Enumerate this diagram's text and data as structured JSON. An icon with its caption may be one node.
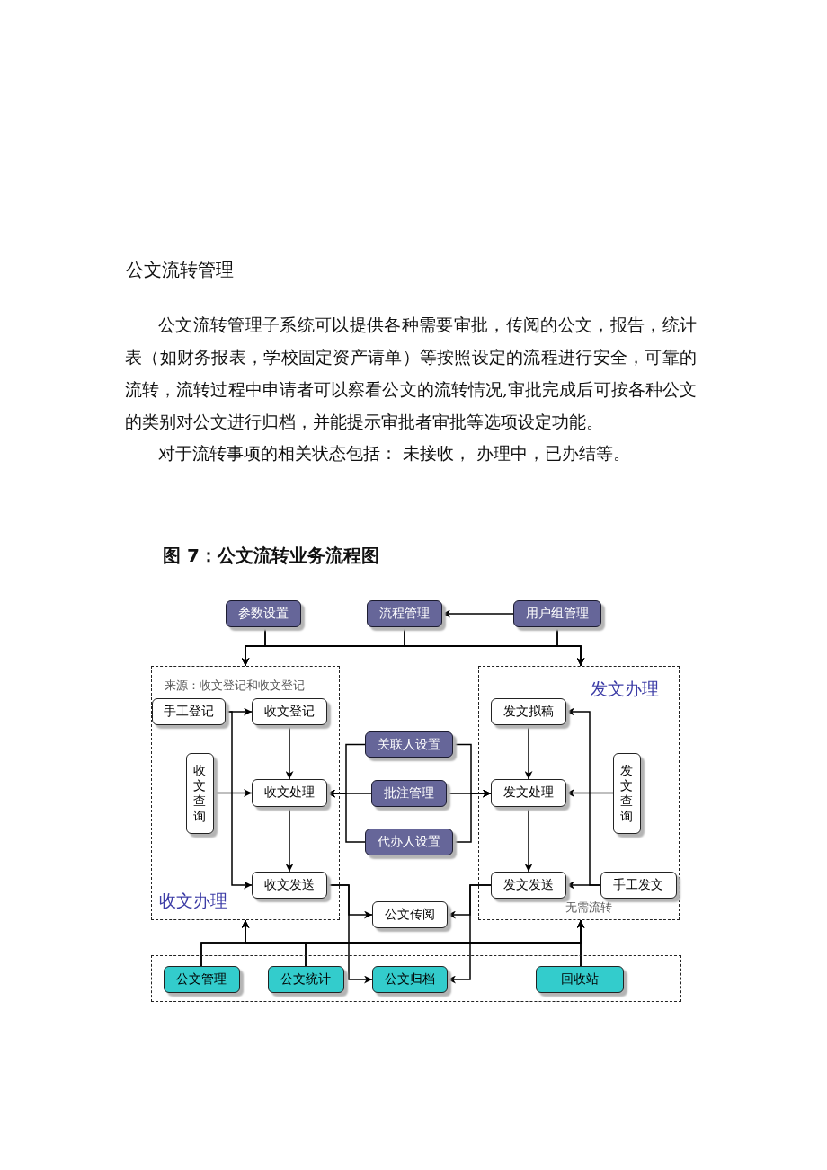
{
  "diagram": {
    "title": "公文流转管理",
    "caption": "图 7：公文流转业务流程图",
    "nodes": [
      {
        "text": [
          "参数设置"
        ]
      },
      {
        "text": [
          "流程管理"
        ]
      },
      {
        "text": [
          "用户组管理"
        ]
      },
      {
        "text": [
          "来源：收文登记和收文登记",
          "收文办理"
        ]
      },
      {
        "text": [
          "手工登记"
        ],
        "in": 3
      },
      {
        "text": [
          "收文登记"
        ],
        "in": 3
      },
      {
        "text": [
          "收文查询"
        ],
        "in": 3
      },
      {
        "text": [
          "收文处理"
        ],
        "in": 3
      },
      {
        "text": [
          "收文发送"
        ],
        "in": 3
      },
      {
        "text": [
          "关联人设置"
        ]
      },
      {
        "text": [
          "批注管理"
        ]
      },
      {
        "text": [
          "代办人设置"
        ]
      },
      {
        "text": [
          "发文办理",
          "无需流转"
        ]
      },
      {
        "text": [
          "发文拟稿"
        ],
        "in": 12
      },
      {
        "text": [
          "发文查询"
        ],
        "in": 12
      },
      {
        "text": [
          "发文处理"
        ],
        "in": 12
      },
      {
        "text": [
          "发文发送"
        ],
        "in": 12
      },
      {
        "text": [
          "手工发文"
        ],
        "in": 12
      },
      {
        "text": [
          "公文传阅"
        ]
      },
      {
        "text": [],
        "shape": "box"
      },
      {
        "text": [
          "公文管理"
        ],
        "in": 19
      },
      {
        "text": [
          "公文统计"
        ],
        "in": 19
      },
      {
        "text": [
          "公文归档"
        ],
        "in": 19
      },
      {
        "text": [
          "回收站"
        ],
        "in": 19
      }
    ],
    "edges": [
      {
        "from": 0,
        "to": 3,
        "arrow": "to"
      },
      {
        "from": 0,
        "to": 12,
        "arrow": "to"
      },
      {
        "from": 1,
        "to": 3,
        "arrow": "to"
      },
      {
        "from": 1,
        "to": 12,
        "arrow": "to"
      },
      {
        "from": 2,
        "to": 3,
        "arrow": "to"
      },
      {
        "from": 2,
        "to": 12,
        "arrow": "to"
      },
      {
        "from": 2,
        "to": 1,
        "arrow": "to"
      },
      {
        "from": 4,
        "to": 5,
        "arrow": "to"
      },
      {
        "from": 4,
        "to": 8,
        "arrow": "to"
      },
      {
        "from": 6,
        "to": 7,
        "arrow": "to"
      },
      {
        "from": 5,
        "to": 7,
        "arrow": "to"
      },
      {
        "from": 7,
        "to": 8,
        "arrow": "to"
      },
      {
        "from": 8,
        "to": 18,
        "arrow": "to"
      },
      {
        "from": 8,
        "to": 22,
        "arrow": "to"
      },
      {
        "from": 9,
        "to": 7,
        "arrow": "to"
      },
      {
        "from": 9,
        "to": 15,
        "arrow": "to"
      },
      {
        "from": 10,
        "to": 7,
        "arrow": "to"
      },
      {
        "from": 10,
        "to": 15,
        "arrow": "to"
      },
      {
        "from": 11,
        "to": 7,
        "arrow": "to"
      },
      {
        "from": 11,
        "to": 15,
        "arrow": "to"
      },
      {
        "from": 13,
        "to": 15,
        "arrow": "to"
      },
      {
        "from": 15,
        "to": 16,
        "arrow": "to"
      },
      {
        "from": 14,
        "to": 15,
        "arrow": "to"
      },
      {
        "from": 17,
        "to": 16,
        "arrow": "to"
      },
      {
        "from": 17,
        "to": 13,
        "arrow": "to"
      },
      {
        "from": 16,
        "to": 18,
        "arrow": "to"
      },
      {
        "from": 16,
        "to": 22,
        "arrow": "to"
      },
      {
        "from": 20,
        "to": 3,
        "arrow": "to"
      },
      {
        "from": 20,
        "to": 12,
        "arrow": "to"
      },
      {
        "from": 21,
        "to": 3,
        "arrow": "to"
      },
      {
        "from": 21,
        "to": 12,
        "arrow": "to"
      },
      {
        "from": 23,
        "to": 3,
        "arrow": "to"
      },
      {
        "from": 23,
        "to": 12,
        "arrow": "to"
      }
    ],
    "labels": [
      "公文流转管理子系统可以提供各种需要审批，传阅的公文，报告，统计表（如财务报表，学校固定资产请单）等按照设定的流程进行安全，可靠的流转，流转过程中申请者可以察看公文的流转情况,审批完成后可按各种公文的类别对公文进行归档，并能提示审批者审批等选项设定功能。",
      "对于流转事项的相关状态包括： 未接收， 办理中，已办结等。"
    ]
  }
}
